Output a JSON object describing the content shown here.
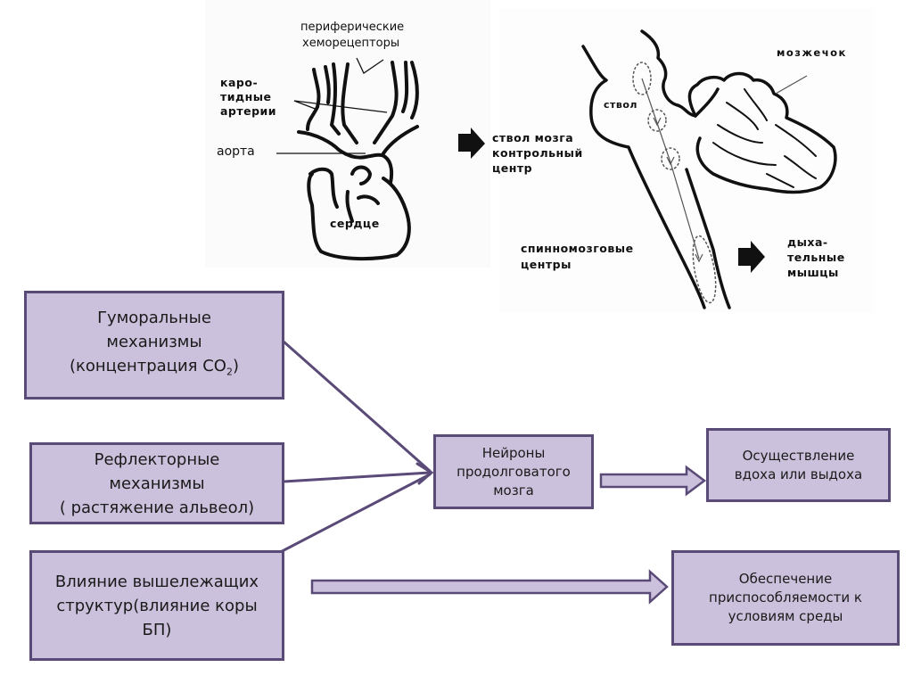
{
  "anatomy_left": {
    "peripheral_chemoreceptors": [
      "периферические",
      "хеморецепторы"
    ],
    "carotid_arteries": [
      "каро-",
      "тидные",
      "артерии"
    ],
    "aorta": "аорта",
    "heart": "сердце"
  },
  "anatomy_right": {
    "brainstem_short": "ствол",
    "cerebellum": "мозжечок",
    "brainstem_control_center": [
      "ствол мозга",
      "контрольный",
      "центр"
    ],
    "spinal_centers": [
      "спинномозговые",
      "центры"
    ],
    "respiratory_muscles": [
      "дыха-",
      "тельные",
      "мышцы"
    ]
  },
  "flow": {
    "humoral": {
      "lines": [
        "Гуморальные",
        "механизмы",
        "(концентрация  CO"
      ],
      "subscript": "2",
      "suffix": ")"
    },
    "reflex": {
      "lines": [
        "Рефлекторные",
        "механизмы",
        "( растяжение альвеол)"
      ]
    },
    "higher": {
      "lines": [
        "Влияние вышележащих",
        "структур(влияние коры",
        "БП)"
      ]
    },
    "neurons": {
      "lines": [
        "Нейроны",
        "продолговатого",
        "мозга"
      ]
    },
    "breath": {
      "lines": [
        "Осуществление",
        "вдоха или выдоха"
      ]
    },
    "adapt": {
      "lines": [
        "Обеспечение",
        "приспособляемости  к",
        "условиям среды"
      ]
    }
  },
  "colors": {
    "box_fill": "#ccc1dc",
    "box_border": "#5a4a78",
    "connector": "#5a4a78"
  }
}
